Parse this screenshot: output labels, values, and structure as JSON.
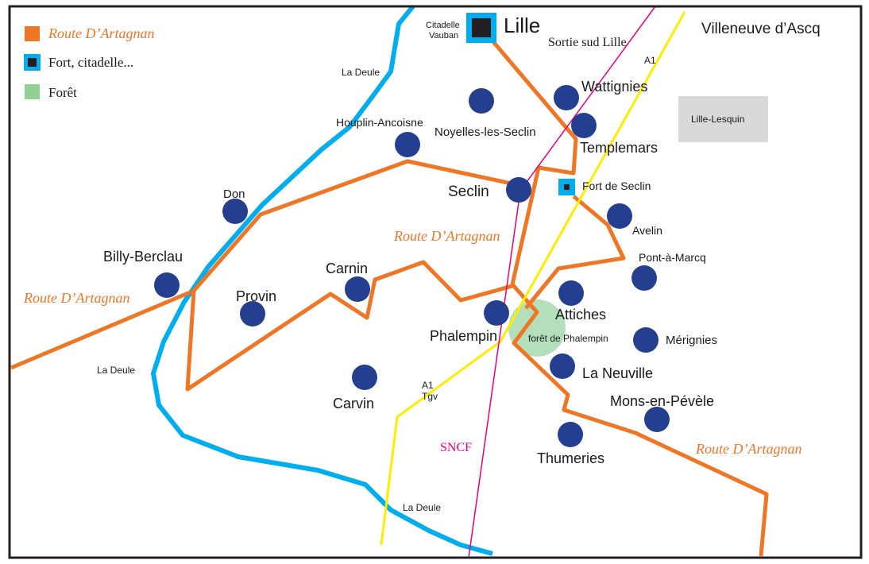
{
  "legend": {
    "route": "Route D’Artagnan",
    "fort": "Fort, citadelle...",
    "forest": "Forêt"
  },
  "colors": {
    "route": "#ee7624",
    "river": "#00aeef",
    "a1": "#ffed00",
    "sncf": "#e6007e",
    "town": "#243f8f",
    "forest": "#b3e0bb",
    "fort": "#231f20"
  },
  "labels": {
    "lille": "Lille",
    "citadelle": "Citadelle",
    "vauban": "Vauban",
    "sortie": "Sortie sud Lille",
    "villeneuve": "Villeneuve d’Ascq",
    "a1_top": "A1",
    "lesquin": "Lille-Lesquin",
    "deule1": "La Deule",
    "deule2": "La Deule",
    "deule3": "La Deule",
    "route_mid": "Route D’Artagnan",
    "route_left": "Route D’Artagnan",
    "route_right": "Route D’Artagnan",
    "fort_seclin": "Fort de Seclin",
    "foret": "forêt de Phalempin",
    "a1_bottom": "A1",
    "tgv": "Tgv",
    "sncf": "SNCF"
  },
  "towns": {
    "houplin": "Houplin-Ancoisne",
    "noyelles": "Noyelles-les-Seclin",
    "wattignies": "Wattignies",
    "templemars": "Templemars",
    "seclin": "Seclin",
    "avelin": "Avelin",
    "don": "Don",
    "billy": "Billy-Berclau",
    "provin": "Provin",
    "carnin": "Carnin",
    "phalempin": "Phalempin",
    "attiches": "Attiches",
    "pont": "Pont-à-Marcq",
    "merignies": "Mérignies",
    "neuville": "La Neuville",
    "carvin": "Carvin",
    "mons": "Mons-en-Pévèle",
    "thumeries": "Thumeries"
  }
}
